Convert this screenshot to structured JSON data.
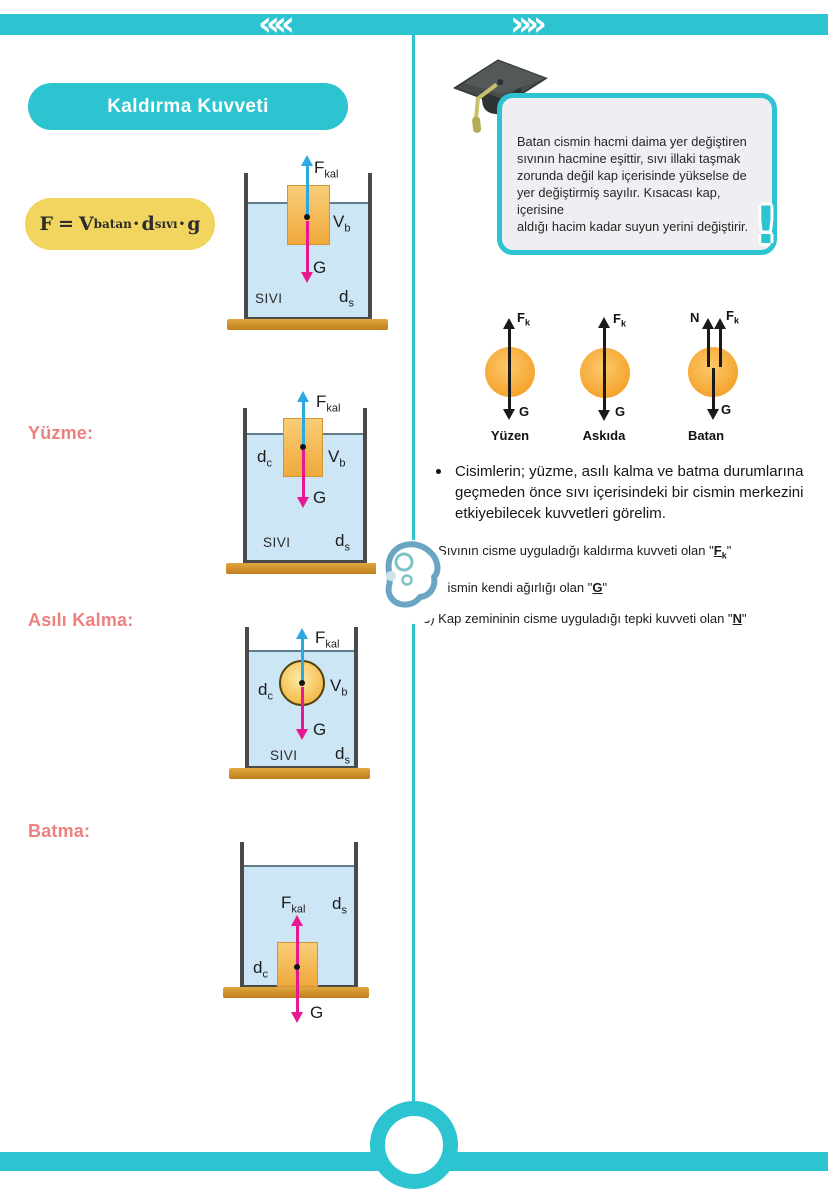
{
  "colors": {
    "accent_teal": "#2bc4d0",
    "heading_pink": "#ef8080",
    "formula_yellow": "#f2d55e",
    "liquid_blue": "#cde6f5",
    "buoyancy_arrow_blue": "#2da9e1",
    "weight_arrow_magenta": "#ea1890",
    "ground_tan": "#d3942e"
  },
  "header": {
    "title": "Kaldırma Kuvveti"
  },
  "formula": {
    "f": "F",
    "eq": "=",
    "v": "V",
    "v_sub": "batan",
    "dot": "·",
    "d": "d",
    "d_sub": "sıvı",
    "g": "g"
  },
  "sections": {
    "floating": "Yüzme:",
    "suspended": "Asılı Kalma:",
    "sinking": "Batma:"
  },
  "labels": {
    "f": "F",
    "kal": "kal",
    "g": "G",
    "v": "V",
    "b": "b",
    "d": "d",
    "c": "c",
    "s": "s",
    "k": "k",
    "n": "N",
    "liquid": "SIVI"
  },
  "note": {
    "lines": [
      "Batan cismin hacmi daima yer değiştiren",
      "sıvının hacmine eşittir, sıvı illaki taşmak",
      "zorunda değil kap içerisinde yükselse de",
      "yer değiştirmiş sayılır. Kısacası kap, içerisine",
      "aldığı hacim kadar suyun yerini değiştirir."
    ],
    "exclamation": "!"
  },
  "cases": [
    {
      "name": "Yüzen"
    },
    {
      "name": "Askıda"
    },
    {
      "name": "Batan"
    }
  ],
  "intro": {
    "lines": [
      "Cisimlerin; yüzme, asılı kalma ve batma durumlarına",
      "geçmeden önce sıvı içerisindeki bir cismin merkezini",
      "etkiyebilecek kuvvetleri görelim."
    ]
  },
  "forces_list": [
    {
      "prefix": "1) Sıvının cisme uyguladığı kaldırma kuvveti olan \"",
      "sym": "F",
      "sub": "k",
      "suffix": "\""
    },
    {
      "prefix": "2) Cismin kendi ağırlığı olan \"",
      "sym": "G",
      "sub": "",
      "suffix": "\""
    },
    {
      "prefix": "3) Kap zemininin cisme uyguladığı tepki kuvveti olan \"",
      "sym": "N",
      "sub": "",
      "suffix": "\""
    }
  ]
}
